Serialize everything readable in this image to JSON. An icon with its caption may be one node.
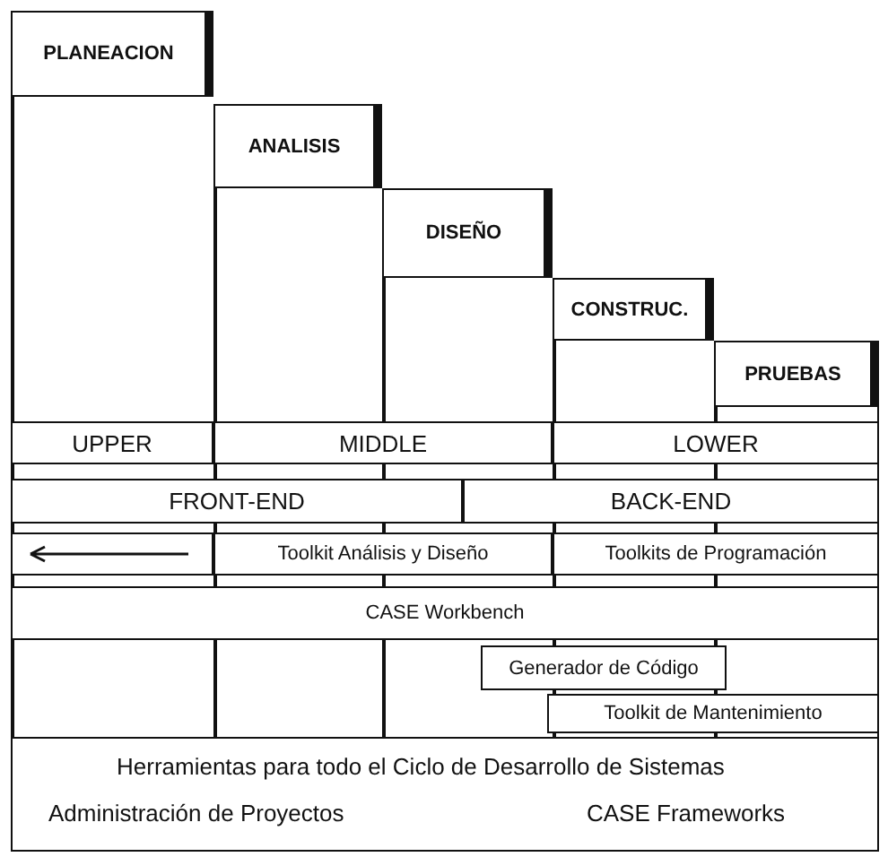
{
  "diagram": {
    "nodes": [
      {
        "text": [
          "PLANEACION"
        ]
      },
      {
        "text": [
          "ANALISIS"
        ]
      },
      {
        "text": [
          "DISEÑO"
        ]
      },
      {
        "text": [
          "CONSTRUC."
        ]
      },
      {
        "text": [
          "PRUEBAS"
        ]
      },
      {
        "text": [
          "UPPER"
        ]
      },
      {
        "text": [
          "MIDDLE"
        ]
      },
      {
        "text": [
          "LOWER"
        ]
      },
      {
        "text": [
          "FRONT-END"
        ]
      },
      {
        "text": [
          "BACK-END"
        ]
      },
      {
        "text": [],
        "shape": "box"
      },
      {
        "text": [
          "Toolkit Análisis y Diseño"
        ]
      },
      {
        "text": [
          "Toolkits de Programación"
        ]
      },
      {
        "text": [
          "CASE Workbench"
        ]
      },
      {
        "text": [
          "Generador de Código"
        ]
      },
      {
        "text": [
          "Toolkit de Mantenimiento"
        ]
      },
      {
        "text": [
          "Herramientas para todo el Ciclo de Desarrollo de Sistemas",
          "Administración de Proyectos",
          "CASE Frameworks"
        ]
      }
    ],
    "edges": []
  }
}
